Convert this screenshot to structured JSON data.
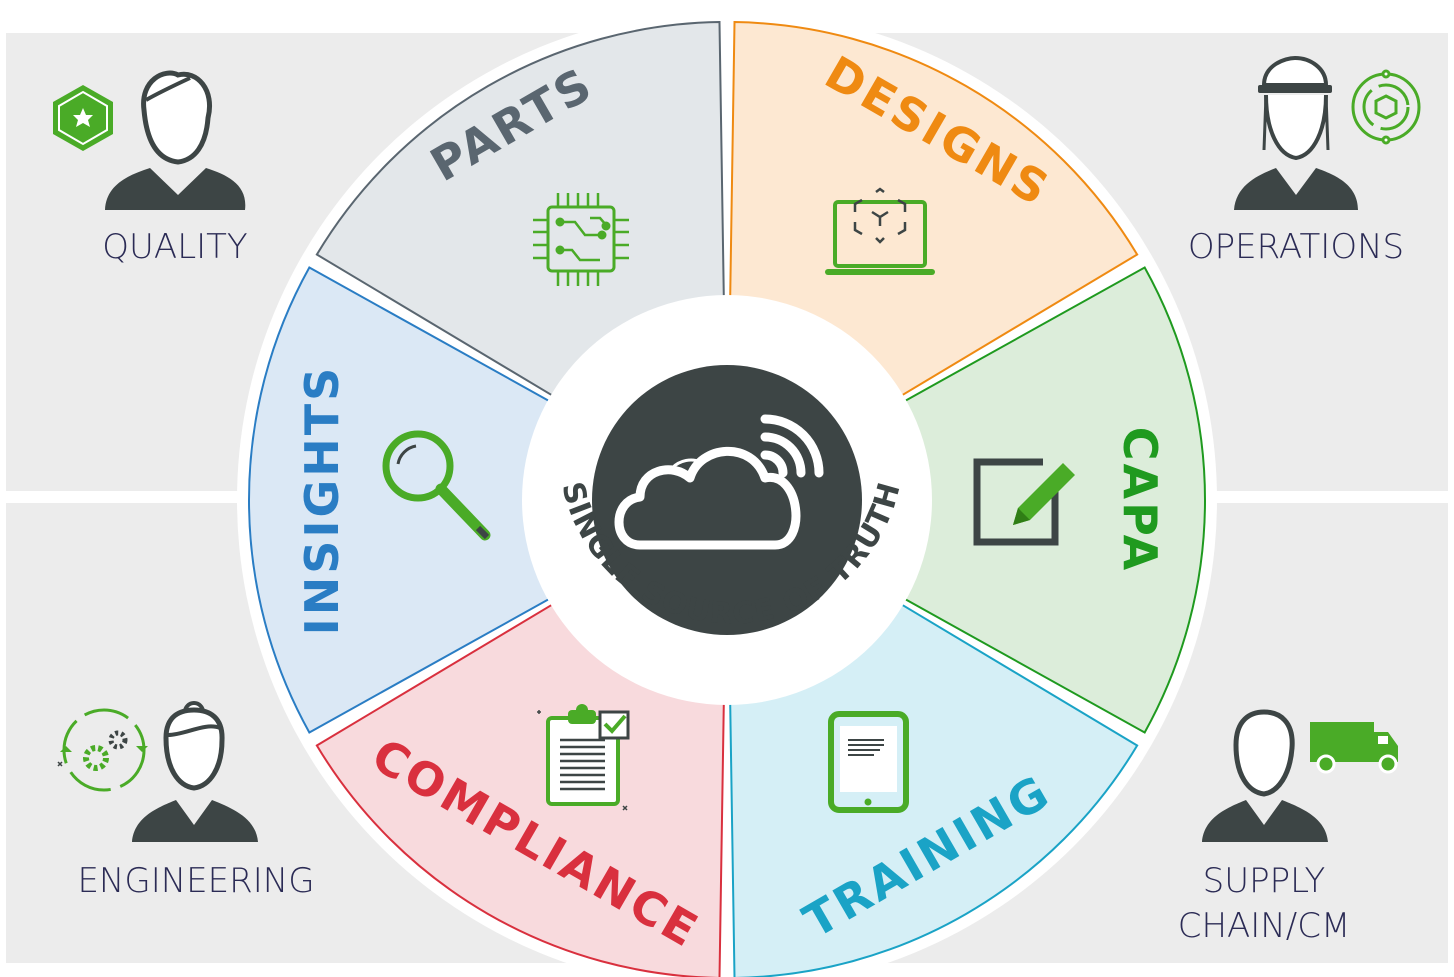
{
  "diagram": {
    "center_label": "SINGLE SOURCE OF TRUTH",
    "segments": [
      {
        "label": "PARTS",
        "color": "#5a6670",
        "fill": "#e3e7ea",
        "icon": "microchip-icon"
      },
      {
        "label": "DESIGNS",
        "color": "#ef8a12",
        "fill": "#fde8d2",
        "icon": "laptop-3d-cube-icon"
      },
      {
        "label": "CAPA",
        "color": "#1f9a1f",
        "fill": "#dcedda",
        "icon": "edit-pencil-icon"
      },
      {
        "label": "TRAINING",
        "color": "#1aa3c6",
        "fill": "#d5eff6",
        "icon": "tablet-icon"
      },
      {
        "label": "COMPLIANCE",
        "color": "#d9303e",
        "fill": "#f8dadd",
        "icon": "clipboard-check-icon"
      },
      {
        "label": "INSIGHTS",
        "color": "#2a7dc4",
        "fill": "#dbe8f5",
        "icon": "magnifier-icon"
      }
    ],
    "roles": [
      {
        "label": "QUALITY",
        "icon": "star-badge-icon"
      },
      {
        "label": "OPERATIONS",
        "icon": "target-hexagon-icon"
      },
      {
        "label": "ENGINEERING",
        "icon": "gears-cycle-icon"
      },
      {
        "label_line1": "SUPPLY",
        "label_line2": "CHAIN/CM",
        "icon": "delivery-truck-icon"
      }
    ],
    "colors": {
      "panel_bg": "#ececec",
      "hub_dark": "#3d4545",
      "icon_green": "#4aab27",
      "person_dark": "#3d4545",
      "role_text": "#2b2b55"
    }
  }
}
